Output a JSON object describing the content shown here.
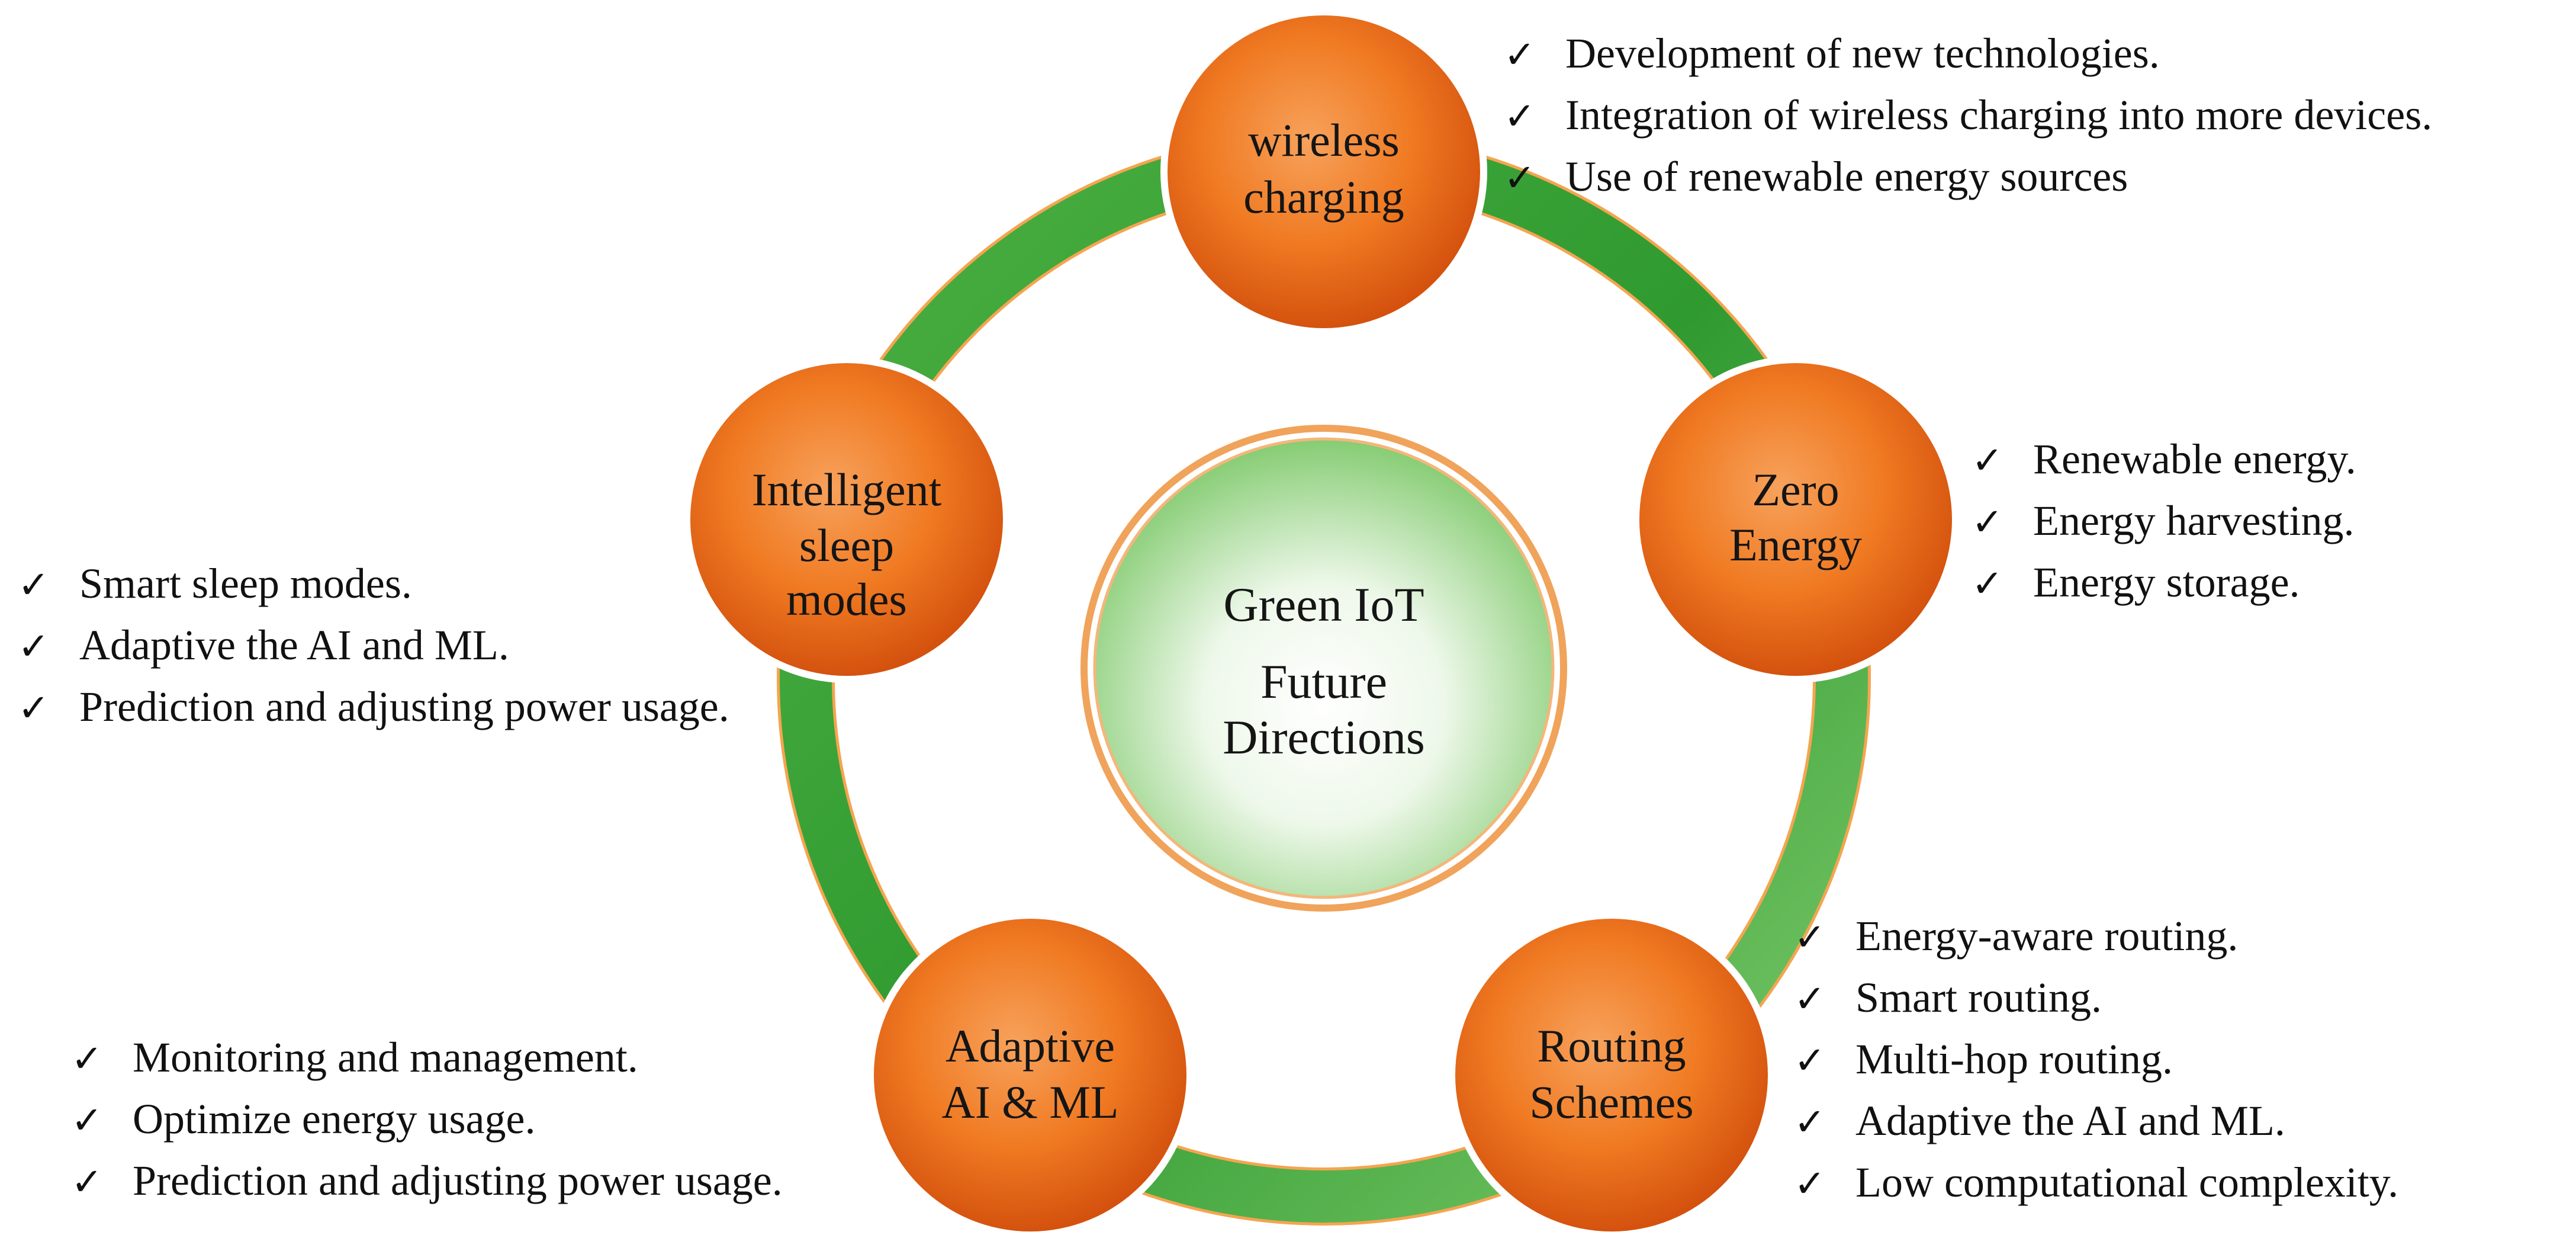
{
  "colors": {
    "ring_green": "#3fa63a",
    "ring_light_green": "#8fd07a",
    "node_orange": "#f07a22",
    "node_orange_dark": "#d4520e",
    "hub_green": "#9ed78d",
    "hub_border": "#f0a35a"
  },
  "hub": {
    "line1": "Green IoT",
    "line2": "Future",
    "line3": "Directions"
  },
  "nodes": {
    "wireless_charging": {
      "lines": [
        "wireless",
        "charging"
      ],
      "items": [
        "Development of new technologies.",
        "Integration of wireless charging into more devices.",
        "Use of renewable energy sources"
      ]
    },
    "zero_energy": {
      "lines": [
        "Zero",
        "Energy"
      ],
      "items": [
        "Renewable energy.",
        "Energy harvesting.",
        "Energy storage."
      ]
    },
    "routing_schemes": {
      "lines": [
        "Routing",
        "Schemes"
      ],
      "items": [
        "Energy-aware routing.",
        "Smart routing.",
        "Multi-hop routing.",
        "Adaptive the AI and ML.",
        "Low computational complexity."
      ]
    },
    "adaptive_ai_ml": {
      "lines": [
        "Adaptive",
        "AI & ML"
      ],
      "items": [
        "Monitoring and management.",
        "Optimize energy usage.",
        "Prediction and adjusting power usage."
      ]
    },
    "intelligent_sleep": {
      "lines": [
        "Intelligent",
        "sleep",
        "modes"
      ],
      "items": [
        "Smart sleep modes.",
        "Adaptive the AI and ML.",
        "Prediction and adjusting power usage."
      ]
    }
  },
  "icons": {
    "check": "✓"
  }
}
